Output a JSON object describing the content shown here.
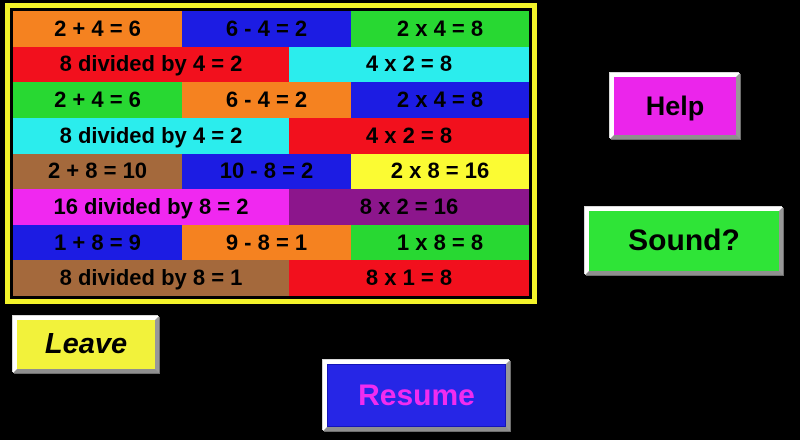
{
  "board": {
    "border_color": "#F4F42A",
    "rows": [
      {
        "cells": [
          {
            "text": "2 + 4 = 6",
            "bg": "#F58220",
            "flex": 169
          },
          {
            "text": "6 - 4 = 2",
            "bg": "#1C1CE3",
            "flex": 169
          },
          {
            "text": "2 x 4 = 8",
            "bg": "#28D832",
            "flex": 178
          }
        ]
      },
      {
        "cells": [
          {
            "text": "8 divided by 4 = 2",
            "bg": "#F2101D",
            "flex": 276
          },
          {
            "text": "4 x 2 = 8",
            "bg": "#2BEDED",
            "flex": 240
          }
        ]
      },
      {
        "cells": [
          {
            "text": "2 + 4 = 6",
            "bg": "#28D832",
            "flex": 169
          },
          {
            "text": "6 - 4 = 2",
            "bg": "#F58220",
            "flex": 169
          },
          {
            "text": "2 x 4 = 8",
            "bg": "#1C1CE3",
            "flex": 178
          }
        ]
      },
      {
        "cells": [
          {
            "text": "8 divided by 4 = 2",
            "bg": "#2BEDED",
            "flex": 276
          },
          {
            "text": "4 x 2 = 8",
            "bg": "#F2101D",
            "flex": 240
          }
        ]
      },
      {
        "cells": [
          {
            "text": "2 + 8 = 10",
            "bg": "#A4693C",
            "flex": 169
          },
          {
            "text": "10 - 8 = 2",
            "bg": "#1C1CE3",
            "flex": 169
          },
          {
            "text": "2 x 8 = 16",
            "bg": "#FBFB33",
            "flex": 178
          }
        ]
      },
      {
        "cells": [
          {
            "text": "16 divided by 8 = 2",
            "bg": "#F028F0",
            "flex": 276
          },
          {
            "text": "8 x 2 = 16",
            "bg": "#8C168C",
            "flex": 240
          }
        ]
      },
      {
        "cells": [
          {
            "text": "1 + 8 = 9",
            "bg": "#1C1CE3",
            "flex": 169
          },
          {
            "text": "9 - 8 = 1",
            "bg": "#F58220",
            "flex": 169
          },
          {
            "text": "1 x 8 = 8",
            "bg": "#28D832",
            "flex": 178
          }
        ]
      },
      {
        "cells": [
          {
            "text": "8 divided by 8 = 1",
            "bg": "#A4693C",
            "flex": 276
          },
          {
            "text": "8 x 1 = 8",
            "bg": "#F2101D",
            "flex": 240
          }
        ]
      }
    ]
  },
  "buttons": {
    "help": {
      "label": "Help",
      "bg": "#EB25EB",
      "fg": "#000000"
    },
    "sound": {
      "label": "Sound?",
      "bg": "#2FE437",
      "fg": "#000000"
    },
    "leave": {
      "label": "Leave",
      "bg": "#F2F23B",
      "fg": "#000000"
    },
    "resume": {
      "label": "Resume",
      "bg": "#2626E6",
      "fg": "#F02CF0"
    }
  }
}
